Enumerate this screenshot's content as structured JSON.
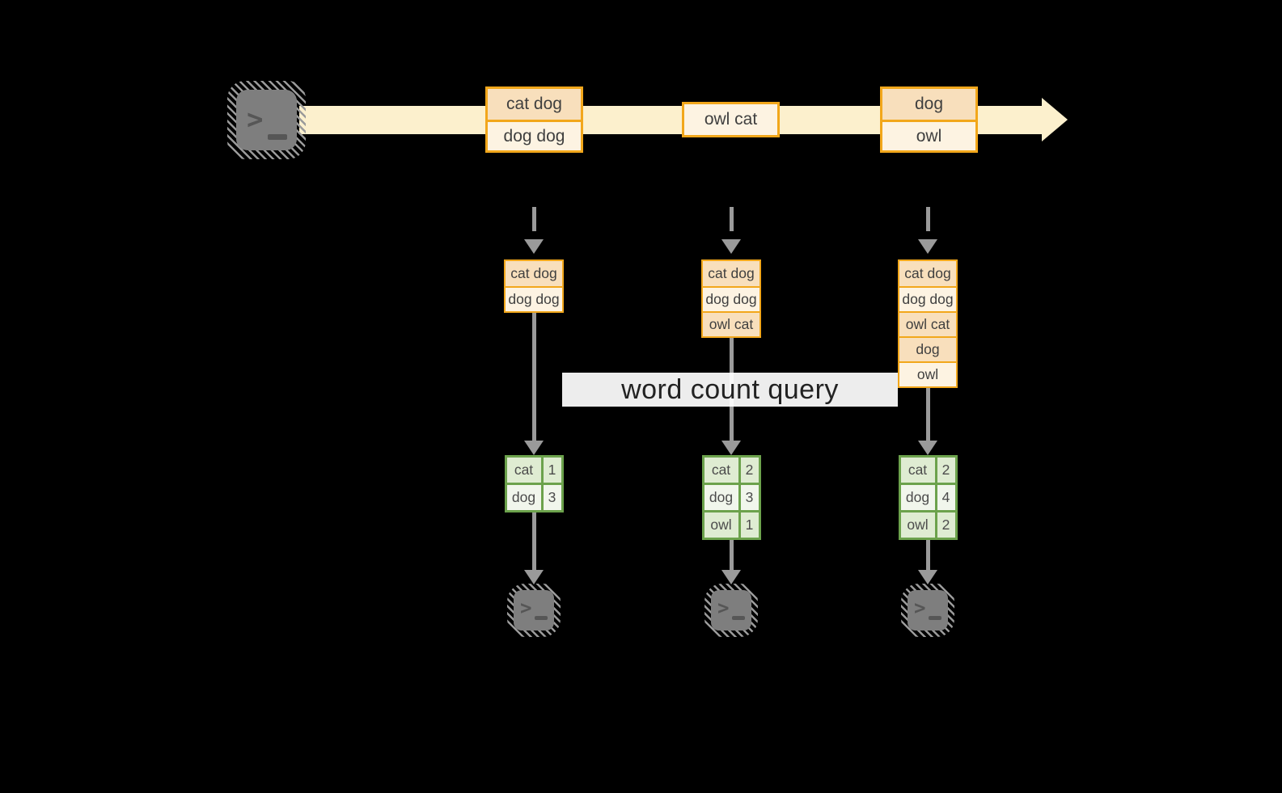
{
  "query_label": "word count query",
  "colors": {
    "background": "#000000",
    "stream_band": "#fcf0cd",
    "orange_border": "#f2a71b",
    "peach_fill": "#f8dfbc",
    "cream_fill": "#fdf3e2",
    "green_border": "#6ca24c",
    "green_fill_a": "#dfecd2",
    "green_fill_b": "#f1f6ec",
    "arrow_gray": "#9a9a9a",
    "terminal_gray": "#7e7e7e",
    "query_text": "#222222"
  },
  "stream": {
    "source_icon": "terminal-icon",
    "batches": [
      {
        "items": [
          {
            "text": "cat dog",
            "tone": "peach"
          },
          {
            "text": "dog dog",
            "tone": "cream"
          }
        ]
      },
      {
        "items": [
          {
            "text": "owl cat",
            "tone": "cream"
          }
        ]
      },
      {
        "items": [
          {
            "text": "dog",
            "tone": "peach"
          },
          {
            "text": "owl",
            "tone": "cream"
          }
        ]
      }
    ]
  },
  "columns": [
    {
      "buffer": [
        {
          "text": "cat dog",
          "tone": "peach"
        },
        {
          "text": "dog dog",
          "tone": "cream"
        }
      ],
      "counts": [
        {
          "word": "cat",
          "count": "1"
        },
        {
          "word": "dog",
          "count": "3"
        }
      ],
      "sink_icon": "terminal-icon"
    },
    {
      "buffer": [
        {
          "text": "cat dog",
          "tone": "peach"
        },
        {
          "text": "dog dog",
          "tone": "cream"
        },
        {
          "text": "owl cat",
          "tone": "peach"
        }
      ],
      "counts": [
        {
          "word": "cat",
          "count": "2"
        },
        {
          "word": "dog",
          "count": "3"
        },
        {
          "word": "owl",
          "count": "1"
        }
      ],
      "sink_icon": "terminal-icon"
    },
    {
      "buffer": [
        {
          "text": "cat dog",
          "tone": "peach"
        },
        {
          "text": "dog dog",
          "tone": "cream"
        },
        {
          "text": "owl cat",
          "tone": "peach"
        },
        {
          "text": "dog",
          "tone": "peach"
        },
        {
          "text": "owl",
          "tone": "cream"
        }
      ],
      "counts": [
        {
          "word": "cat",
          "count": "2"
        },
        {
          "word": "dog",
          "count": "4"
        },
        {
          "word": "owl",
          "count": "2"
        }
      ],
      "sink_icon": "terminal-icon"
    }
  ]
}
